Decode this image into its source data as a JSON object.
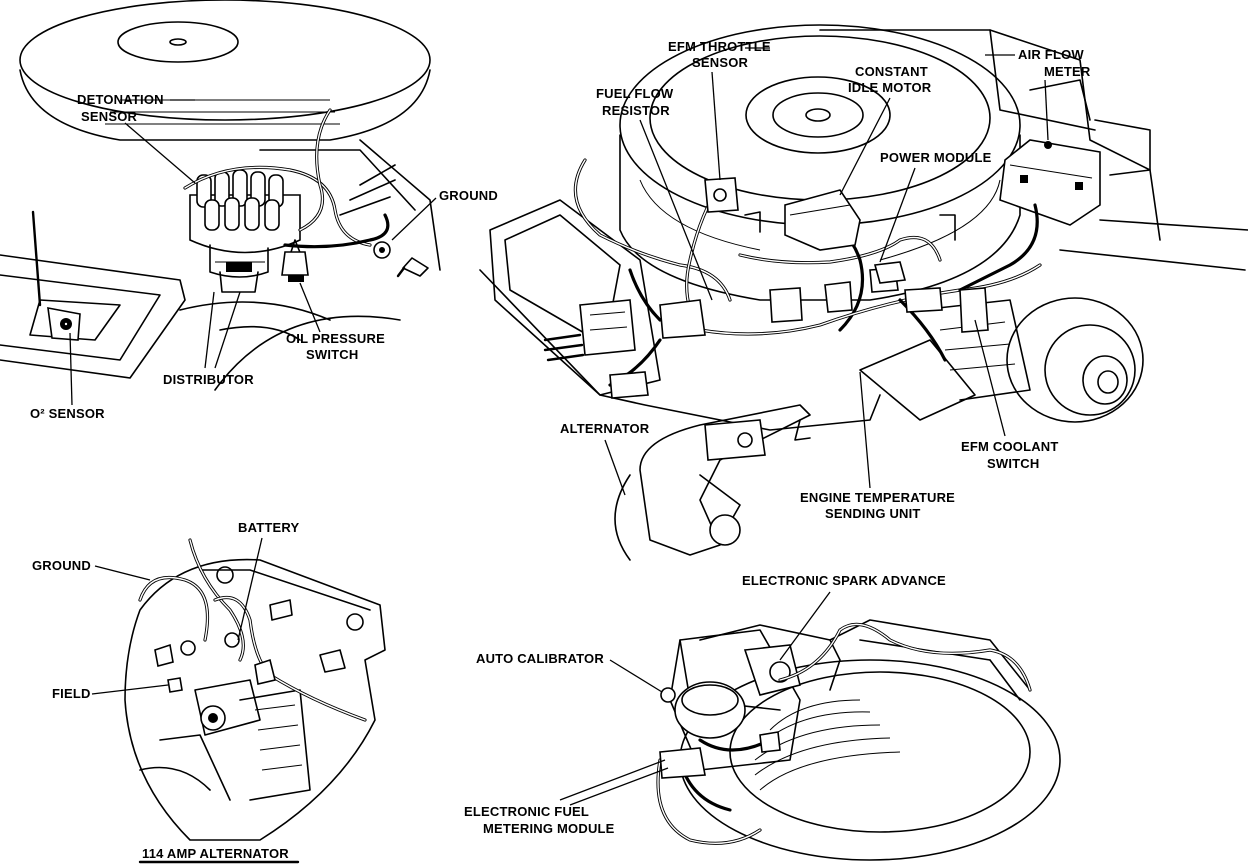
{
  "labels": {
    "detonation_sensor": [
      "DETONATION",
      "SENSOR"
    ],
    "ground_top": "GROUND",
    "oil_pressure_switch": [
      "OIL PRESSURE",
      "SWITCH"
    ],
    "distributor": "DISTRIBUTOR",
    "o2_sensor": "O² SENSOR",
    "efm_throttle_sensor": [
      "EFM THROTTLE",
      "SENSOR"
    ],
    "fuel_flow_resistor": [
      "FUEL FLOW",
      "RESISTOR"
    ],
    "constant_idle_motor": [
      "CONSTANT",
      "IDLE MOTOR"
    ],
    "air_flow_meter": [
      "AIR FLOW",
      "METER"
    ],
    "power_module": "POWER MODULE",
    "alternator": "ALTERNATOR",
    "efm_coolant_switch": [
      "EFM COOLANT",
      "SWITCH"
    ],
    "engine_temperature_sending_unit": [
      "ENGINE TEMPERATURE",
      "SENDING UNIT"
    ],
    "battery": "BATTERY",
    "ground_bottom": "GROUND",
    "field": "FIELD",
    "amp_alternator_caption": "114 AMP ALTERNATOR",
    "electronic_spark_advance": "ELECTRONIC SPARK ADVANCE",
    "auto_calibrator": "AUTO CALIBRATOR",
    "electronic_fuel_metering_module": [
      "ELECTRONIC FUEL",
      "METERING MODULE"
    ]
  },
  "colors": {
    "ink": "#000000",
    "paper": "#ffffff"
  }
}
